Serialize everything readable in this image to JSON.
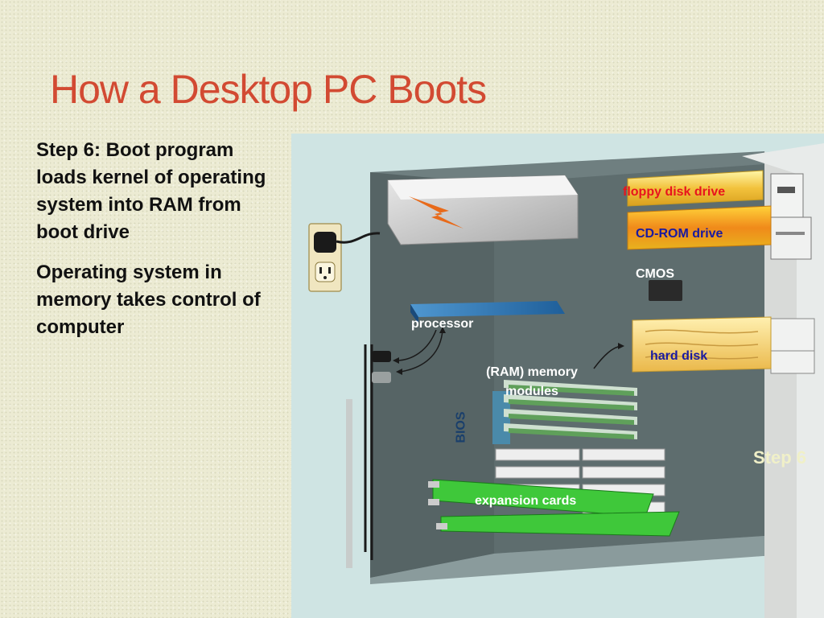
{
  "title": "How a Desktop PC Boots",
  "steps": [
    "Step 6: Boot program loads kernel of operating system into RAM from boot drive",
    "Operating system in memory takes control of computer"
  ],
  "labels": {
    "floppy": "floppy disk drive",
    "cdrom": "CD-ROM drive",
    "cmos": "CMOS",
    "processor": "processor",
    "hard_disk": "hard disk",
    "ram_line1": "(RAM) memory",
    "ram_line2": "modules",
    "bios": "BIOS",
    "expansion": "expansion cards",
    "step_badge": "Step 6"
  },
  "colors": {
    "title": "#d24a32",
    "floppy_label": "#e8141e",
    "cdrom_label": "#1a1aa0",
    "hard_disk_label": "#1a1aa0",
    "bios_label": "#1a3f6b",
    "step_badge": "#f0f0c8"
  }
}
